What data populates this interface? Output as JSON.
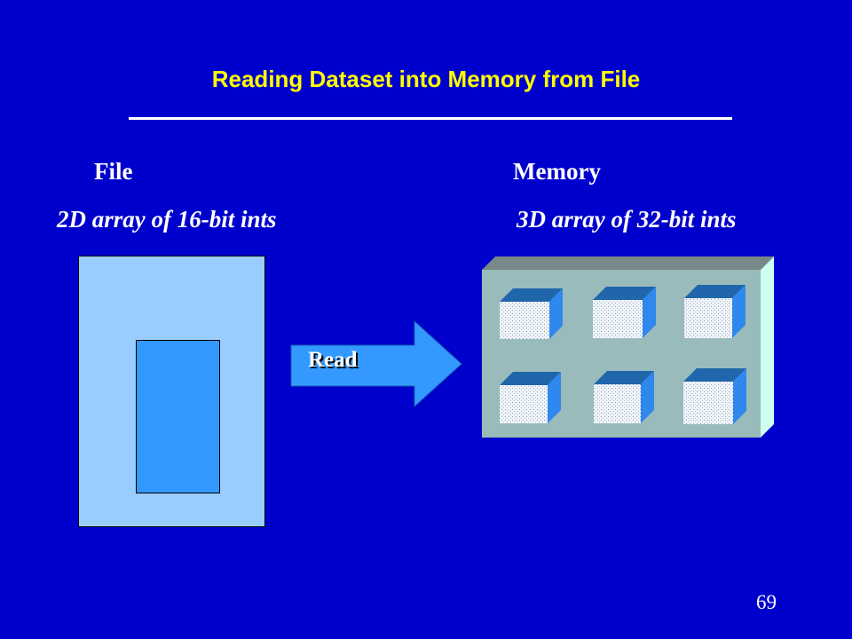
{
  "slide": {
    "title": "Reading Dataset into Memory from File",
    "page_number": "69"
  },
  "file": {
    "label": "File",
    "description": "2D array of 16-bit ints"
  },
  "memory": {
    "label": "Memory",
    "description": "3D array of 32-bit ints"
  },
  "arrow": {
    "label": "Read"
  },
  "colors": {
    "background": "#0000cc",
    "title": "#ffff00",
    "file_outer": "#99ccff",
    "file_inner": "#3399ff",
    "memory_face": "#99bbbb",
    "memory_top": "#778888",
    "memory_side": "#ccffee",
    "arrow": "#3399ff",
    "cube_front": "#f0f4f8",
    "cube_top": "#1f66aa",
    "cube_side": "#2f88ee"
  }
}
